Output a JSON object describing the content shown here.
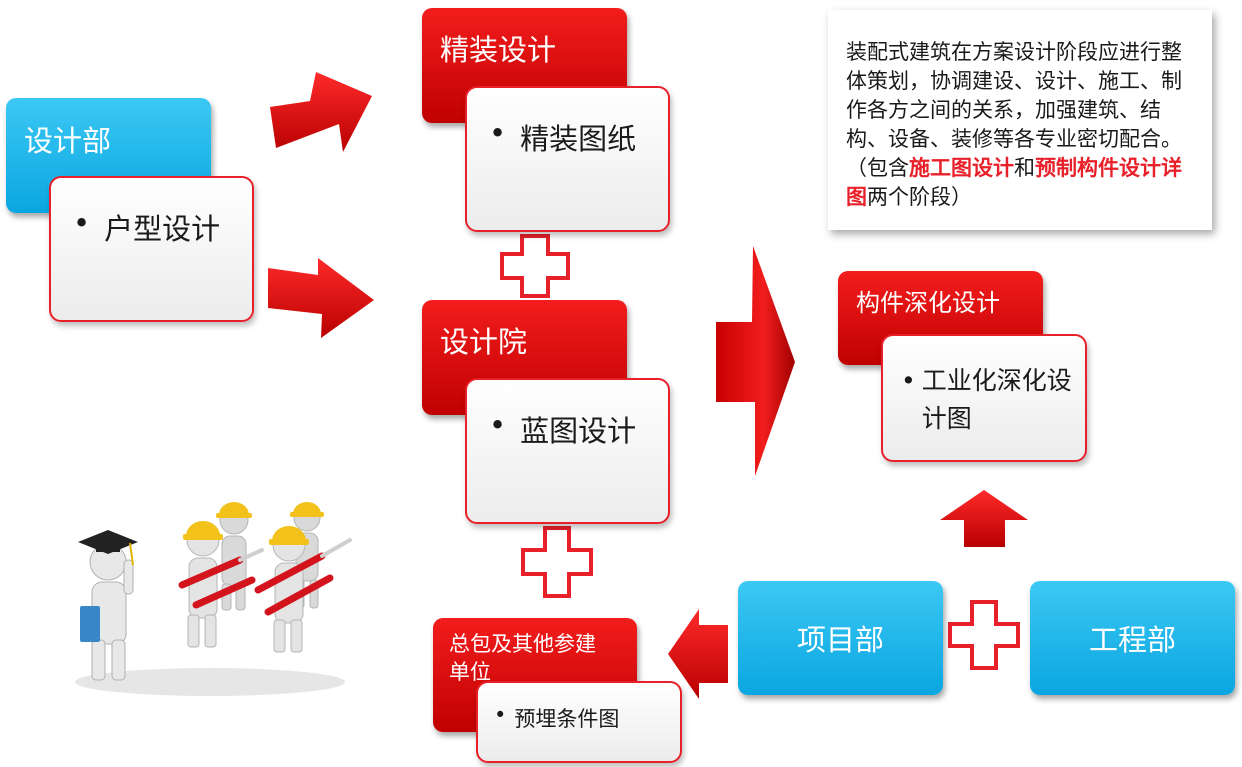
{
  "left": {
    "header": "设计部",
    "item": "户型设计"
  },
  "top_center": {
    "header": "精装设计",
    "item": "精装图纸"
  },
  "mid_center": {
    "header": "设计院",
    "item": "蓝图设计"
  },
  "bottom_center": {
    "header": "总包及其他参建单位",
    "item": "预埋条件图"
  },
  "right": {
    "header": "构件深化设计",
    "item": "工业化深化设计图"
  },
  "xiangmu": "项目部",
  "gongcheng": "工程部",
  "note": {
    "p1": "装配式建筑在方案设计阶段应进行整体策划，协调建设、设计、施工、制作各方之间的关系，加强建筑、结构、设备、装修等各专业密切配合。（包含",
    "hl1": "施工图设计",
    "p2": "和",
    "hl2": "预制构件设计详图",
    "p3": "两个阶段）"
  },
  "bullet": "•",
  "colors": {
    "red": "#e8202a",
    "dark_red": "#c00000",
    "blue": "#0aa6e0"
  }
}
